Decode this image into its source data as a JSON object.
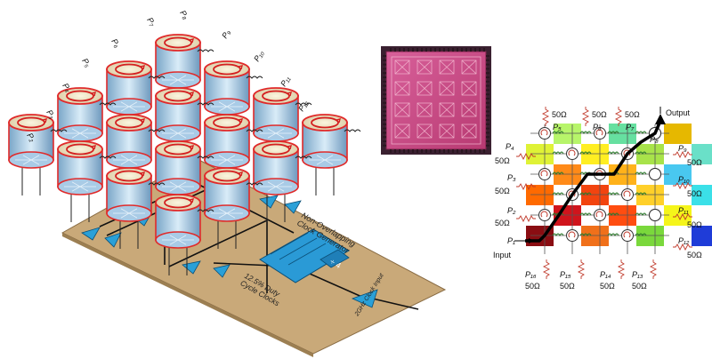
{
  "left_panel": {
    "port_labels": [
      "P₂",
      "P₃",
      "P₄",
      "P₅",
      "P₆",
      "P₇",
      "P₈",
      "P₉",
      "P₁₀",
      "P₁₁",
      "P₁₂"
    ],
    "chip_texts": {
      "clock_gen": "Non-Overlapping\nClock Generator",
      "divider": "÷ 4",
      "duty": "12.5% Duty\nCycle Clocks",
      "clock_in": "2GHz Clock Input"
    }
  },
  "right_panel": {
    "resistor": "50Ω",
    "input_label": "Input",
    "output_label": "Output",
    "ports": {
      "p1": "P₁",
      "p2": "P₂",
      "p3": "P₃",
      "p4": "P₄",
      "p5": "P₅",
      "p6": "P₆",
      "p7": "P₇",
      "p8": "P₈",
      "p9": "P₉",
      "p10": "P₁₀",
      "p11": "P₁₁",
      "p12": "P₁₂",
      "p13": "P₁₃",
      "p14": "P₁₄",
      "p15": "P₁₅",
      "p16": "P₁₆"
    },
    "cell_colors": [
      [
        "#ffffff",
        "#b7f56a",
        "#ffffff",
        "#66e0a0",
        "#ffffff",
        "#e6b800",
        "#ffffff"
      ],
      [
        "#dff236",
        "#ffffff",
        "#ffee22",
        "#ffffff",
        "#a8e34a",
        "#ffffff",
        "#6ae0c8"
      ],
      [
        "#ffffff",
        "#ff8a18",
        "#ffffff",
        "#ffb21a",
        "#ffffff",
        "#49c8f0",
        "#ffffff"
      ],
      [
        "#ff6a00",
        "#ffffff",
        "#f2440f",
        "#ffffff",
        "#ffd02a",
        "#ffffff",
        "#3be0e8"
      ],
      [
        "#ffffff",
        "#d0141c",
        "#ffffff",
        "#ff4d10",
        "#ffffff",
        "#f5f51a",
        "#ffffff"
      ],
      [
        "#8a0d12",
        "#ffffff",
        "#f0701a",
        "#ffffff",
        "#7ad83c",
        "#ffffff",
        "#1f3cd8"
      ]
    ]
  }
}
